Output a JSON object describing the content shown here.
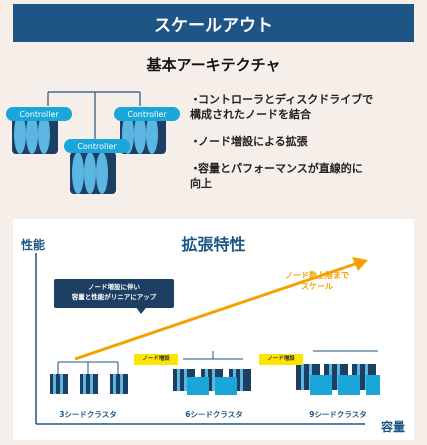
{
  "header": {
    "title": "スケールアウト"
  },
  "architecture": {
    "title": "基本アーキテクチャ",
    "controller_label": "Controller",
    "bullets": [
      "コントローラとディスクドライブで\n構成されたノードを結合",
      "ノード増設による拡張",
      "容量とパフォーマンスが直線的に\n向上"
    ],
    "bullet_mark": "・"
  },
  "chart": {
    "title": "拡張特性",
    "ylabel": "性能",
    "xlabel": "容量",
    "callout": "ノード増設に伴い\n容量と性能がリニアにアップ",
    "annotation": "ノード数上限まで\nスケール",
    "tag": "ノード増設",
    "clusters": [
      "3シードクラスタ",
      "6シードクラスタ",
      "9シードクラスタ"
    ]
  },
  "colors": {
    "header_bg": "#1d5685",
    "accent_orange": "#f5a200",
    "node_blue": "#1aa6d8",
    "disk_dark": "#1d3f63",
    "tag_yellow": "#ffe400"
  }
}
